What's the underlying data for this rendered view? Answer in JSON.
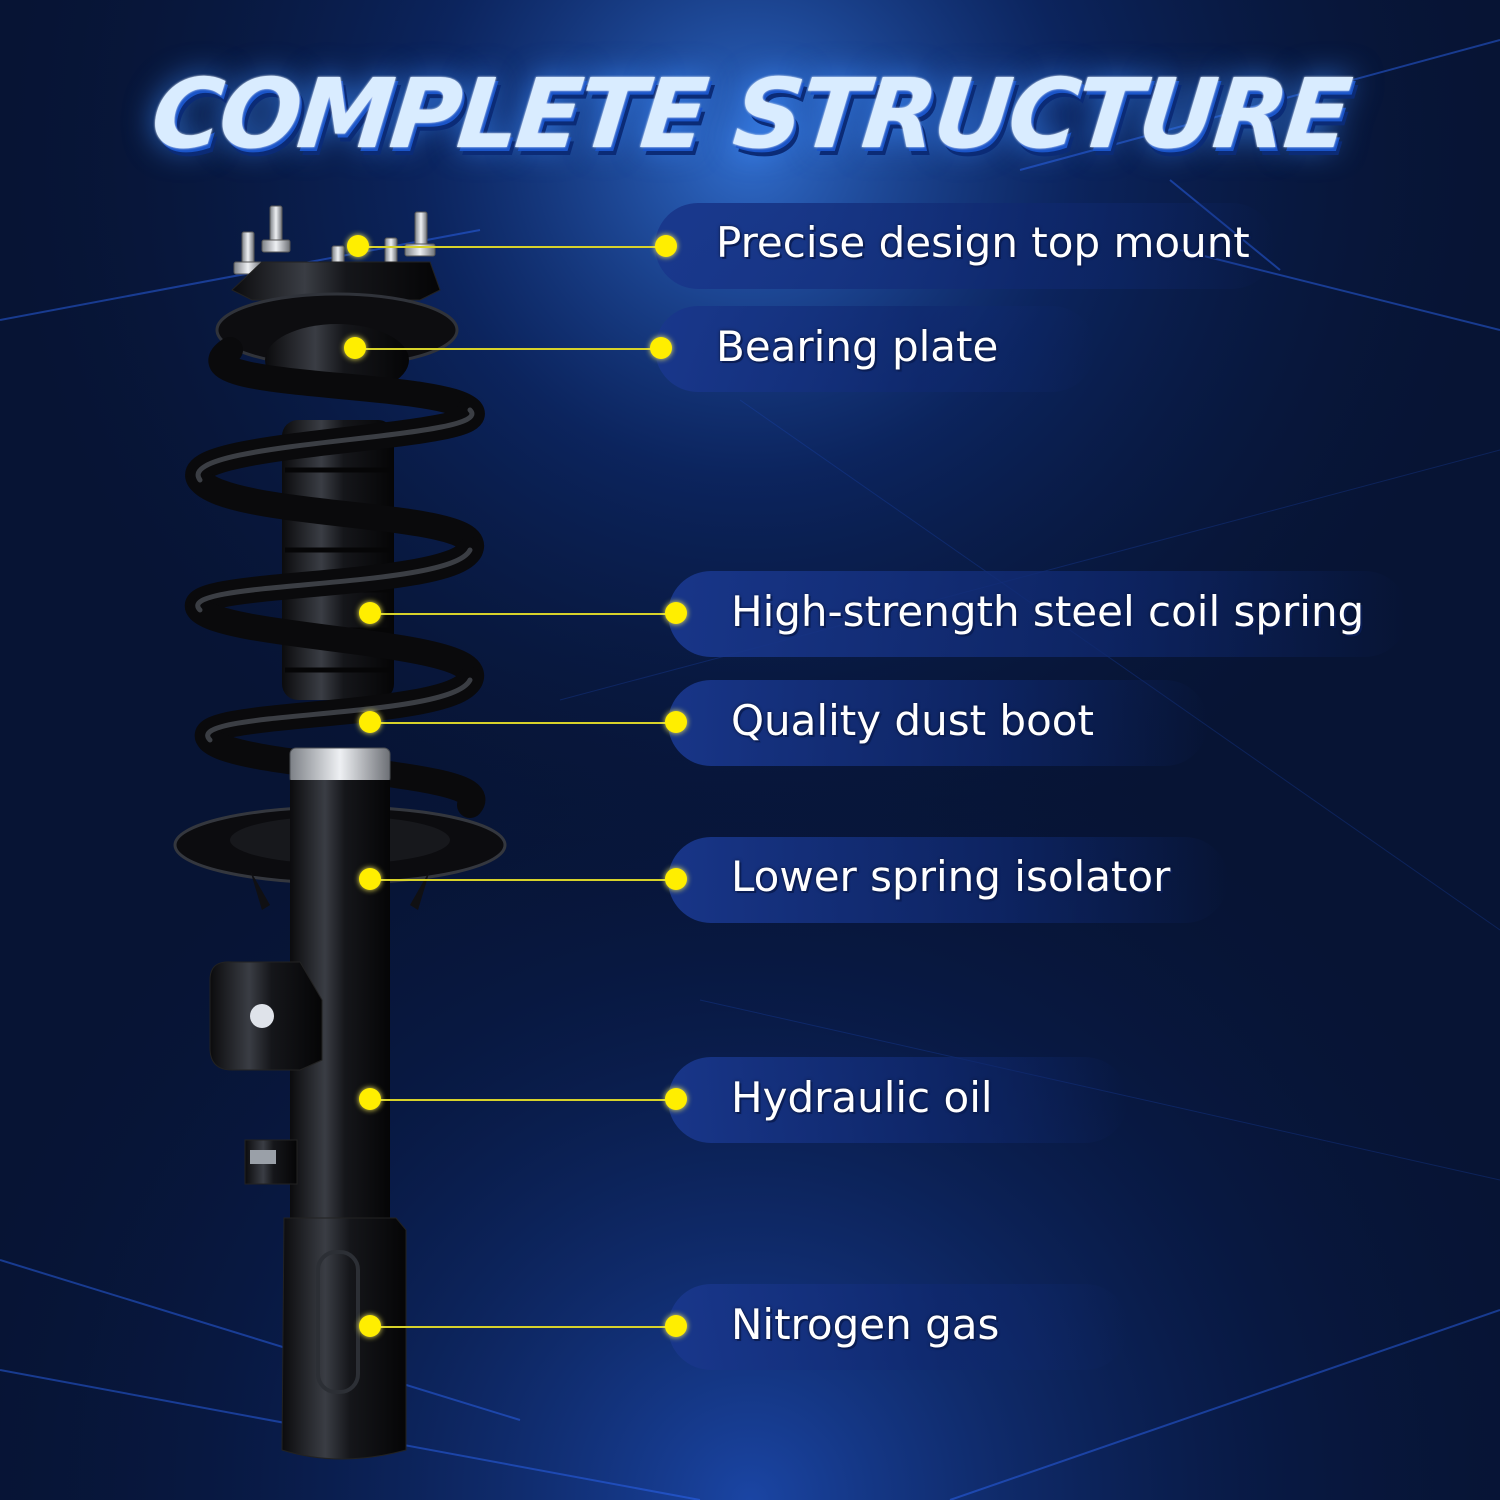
{
  "title": "COMPLETE STRUCTURE",
  "parts": [
    {
      "label": "Precise design top mount"
    },
    {
      "label": "Bearing plate"
    },
    {
      "label": "High-strength steel coil spring"
    },
    {
      "label": "Quality dust boot"
    },
    {
      "label": "Lower spring isolator"
    },
    {
      "label": "Hydraulic oil"
    },
    {
      "label": "Nitrogen gas"
    }
  ],
  "colors": {
    "background": "#050d24",
    "accent_blue": "#1b55c9",
    "marker_yellow": "#ffee00",
    "pill_blue": "#19378c"
  }
}
